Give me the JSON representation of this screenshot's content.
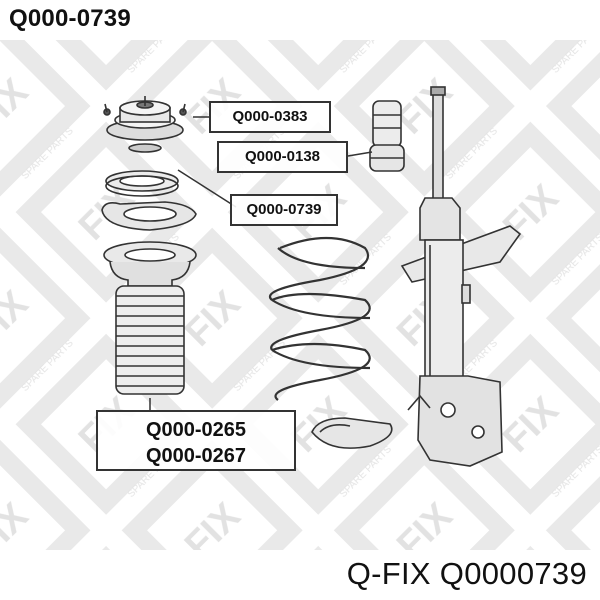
{
  "header": {
    "title": "Q000-0739"
  },
  "footer": {
    "brand_part": "Q-FIX Q0000739"
  },
  "watermark": {
    "brand": "Q-FIX",
    "tagline": "SPARE PARTS",
    "color": "#e6e6e6"
  },
  "callouts": [
    {
      "part": "Q000-0383"
    },
    {
      "part": "Q000-0138"
    },
    {
      "part": "Q000-0739"
    },
    {
      "part": "Q000-0265"
    },
    {
      "part": "Q000-0267"
    }
  ],
  "colors": {
    "line": "#333333",
    "fill": "#eeeeee",
    "dark": "#222222"
  }
}
